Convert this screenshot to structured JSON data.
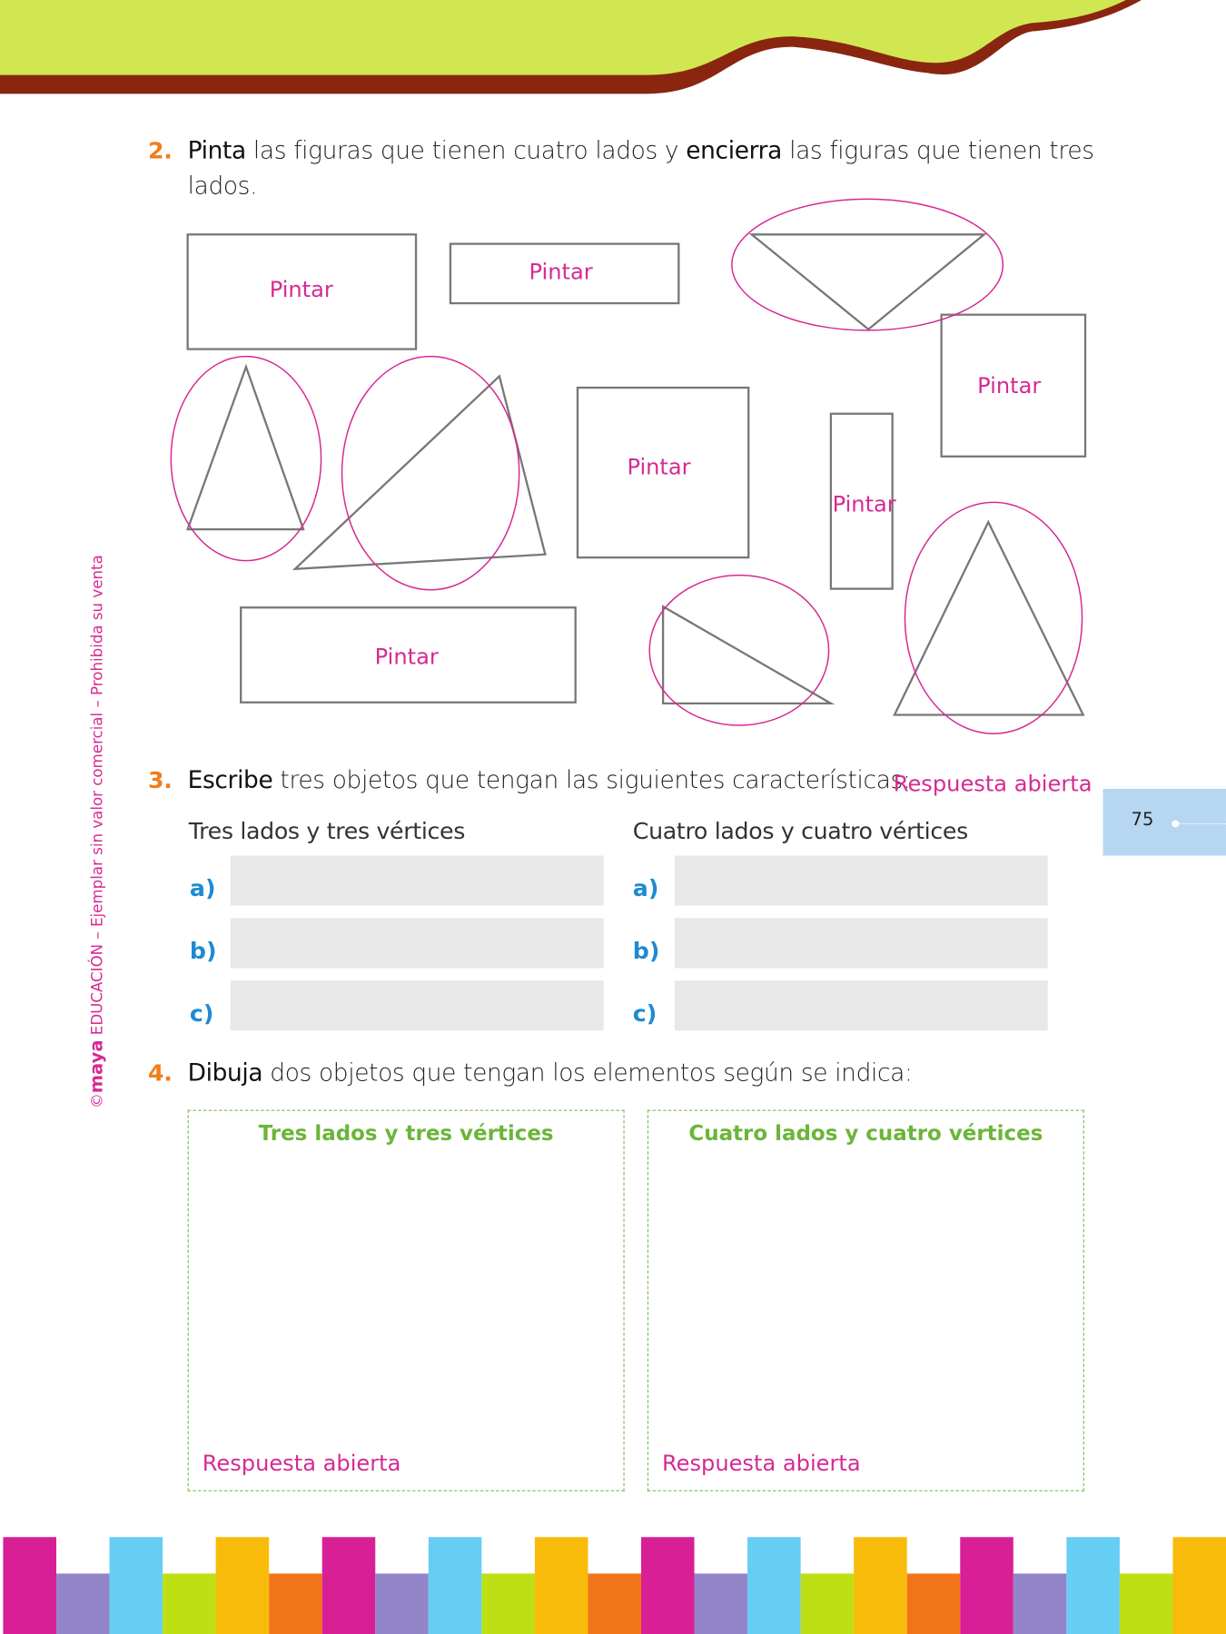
{
  "page_number": "75",
  "side_note": {
    "copyright": "©",
    "brand": "maya",
    "text": "EDUCACIÓN – Ejemplar sin valor comercial – Prohibida su venta"
  },
  "q2": {
    "number": "2.",
    "verb1": "Pinta",
    "text1": " las figuras que tienen cuatro lados y ",
    "verb2": "encierra",
    "text2": " las figuras que tienen tres",
    "text3": "lados.",
    "paint_label": "Pintar"
  },
  "q3": {
    "number": "3.",
    "verb": "Escribe",
    "text": " tres objetos que tengan las siguientes características:",
    "answer": "Respuesta abierta",
    "col1": "Tres lados y tres vértices",
    "col2": "Cuatro lados y cuatro vértices",
    "labels": [
      "a)",
      "b)",
      "c)"
    ]
  },
  "q4": {
    "number": "4.",
    "verb": "Dibuja",
    "text": " dos objetos que tengan los elementos según se indica:",
    "box1_title": "Tres lados y tres vértices",
    "box2_title": "Cuatro lados y cuatro vértices",
    "answer": "Respuesta abierta"
  },
  "colors": {
    "header_green": "#d1e751",
    "header_brown": "#8a2510",
    "magenta": "#d62a93",
    "orange": "#f07d1e",
    "blue": "#1f8ad1",
    "green": "#6bb53a",
    "tab": "#b7d6f2"
  }
}
